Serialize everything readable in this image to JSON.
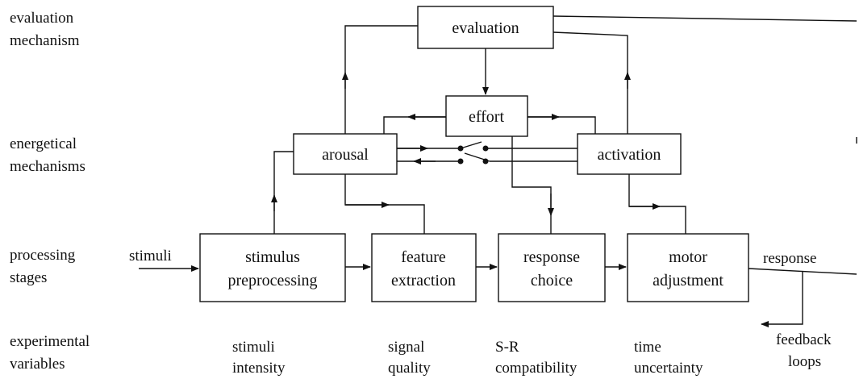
{
  "row_labels": {
    "evaluation": [
      "evaluation",
      "mechanism"
    ],
    "energetical": [
      "energetical",
      "mechanisms"
    ],
    "processing": [
      "processing",
      "stages"
    ],
    "experimental": [
      "experimental",
      "variables"
    ]
  },
  "boxes": {
    "evaluation": [
      "evaluation"
    ],
    "effort": [
      "effort"
    ],
    "arousal": [
      "arousal"
    ],
    "activation": [
      "activation"
    ],
    "stimulus_preprocessing": [
      "stimulus",
      "preprocessing"
    ],
    "feature_extraction": [
      "feature",
      "extraction"
    ],
    "response_choice": [
      "response",
      "choice"
    ],
    "motor_adjustment": [
      "motor",
      "adjustment"
    ]
  },
  "flow_labels": {
    "stimuli": "stimuli",
    "response": "response",
    "feedback": [
      "feedback",
      "loops"
    ]
  },
  "experimental_variables": {
    "stimuli_intensity": [
      "stimuli",
      "intensity"
    ],
    "signal_quality": [
      "signal",
      "quality"
    ],
    "sr_compatibility": [
      "S-R",
      "compatibility"
    ],
    "time_uncertainty": [
      "time",
      "uncertainty"
    ]
  },
  "colors": {
    "line": "#111111",
    "box_fill": "#ffffff"
  }
}
